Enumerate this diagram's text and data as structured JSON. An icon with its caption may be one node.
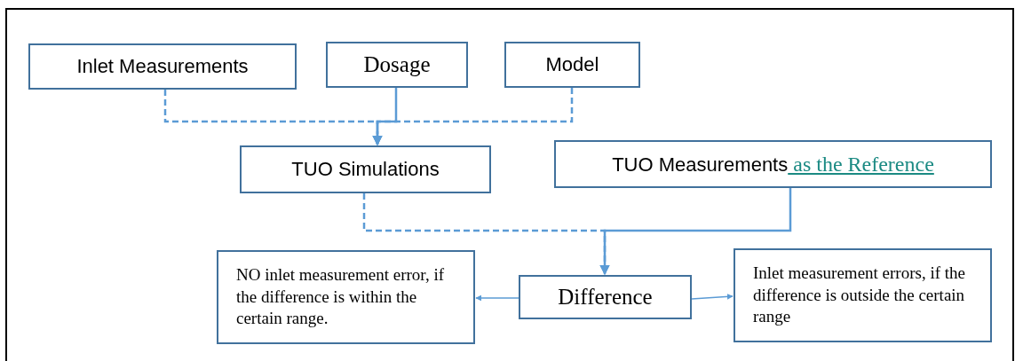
{
  "diagram": {
    "nodes": [
      {
        "text": [
          "Inlet Measurements"
        ]
      },
      {
        "text": [
          "Dosage"
        ]
      },
      {
        "text": [
          "Model"
        ]
      },
      {
        "text": [
          "TUO Simulations"
        ]
      },
      {
        "text": [
          "TUO Measurements",
          "as the Reference"
        ]
      },
      {
        "text": [
          "Difference"
        ]
      },
      {
        "text": [
          "NO inlet measurement error, if the difference is within the certain range."
        ]
      },
      {
        "text": [
          "Inlet measurement errors, if the difference is outside the certain range"
        ]
      }
    ],
    "edges": [
      {
        "from": 0,
        "to": 3,
        "arrow": "to",
        "style": "dashed"
      },
      {
        "from": 1,
        "to": 3,
        "arrow": "to"
      },
      {
        "from": 2,
        "to": 3,
        "arrow": "to",
        "style": "dashed"
      },
      {
        "from": 3,
        "to": 5,
        "arrow": "to",
        "style": "dashed"
      },
      {
        "from": 4,
        "to": 5,
        "arrow": "to"
      },
      {
        "from": 5,
        "to": 6,
        "arrow": "to"
      },
      {
        "from": 5,
        "to": 7,
        "arrow": "to"
      }
    ]
  }
}
